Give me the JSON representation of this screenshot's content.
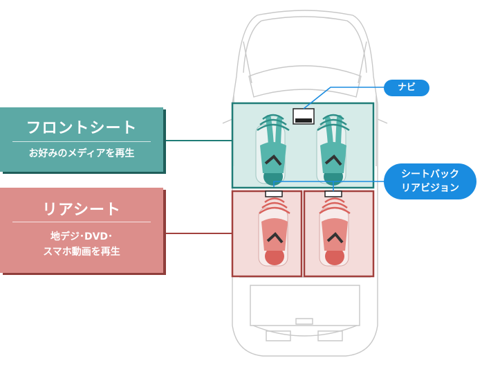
{
  "front_seat": {
    "title": "フロントシート",
    "subtitle": "お好みのメディアを再生",
    "color": "#5ca9a5"
  },
  "rear_seat": {
    "title": "リアシート",
    "subtitle_line1": "地デジ･DVD･",
    "subtitle_line2": "スマホ動画を再生",
    "color": "#dc8e8b"
  },
  "navi_label": "ナビ",
  "seatback_label_line1": "シートバック",
  "seatback_label_line2": "リアビジョン",
  "accent_color": "#1a8ce0"
}
